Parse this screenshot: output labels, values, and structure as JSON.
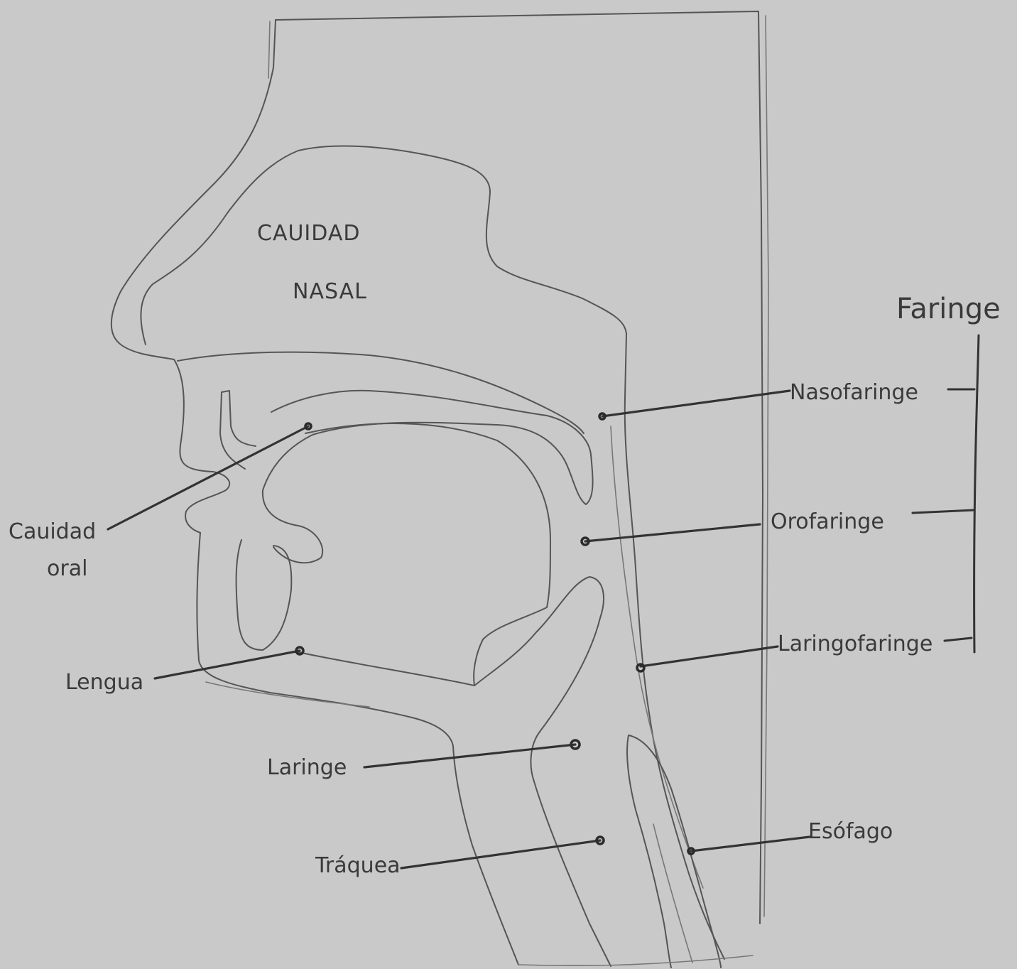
{
  "labels": {
    "nasal_cavity_line1": "CAUIDAD",
    "nasal_cavity_line2": "NASAL",
    "pharynx": "Faringe",
    "nasopharynx": "Nasofaringe",
    "oropharynx": "Orofaringe",
    "laryngopharynx": "Laringofaringe",
    "oral_cavity_line1": "Cauidad",
    "oral_cavity_line2": "oral",
    "tongue": "Lengua",
    "larynx": "Laringe",
    "trachea": "Tráquea",
    "esophagus": "Esófago"
  },
  "colors": {
    "paper": "#c9c9c9",
    "pencil": "#555555",
    "ink": "#333333"
  }
}
